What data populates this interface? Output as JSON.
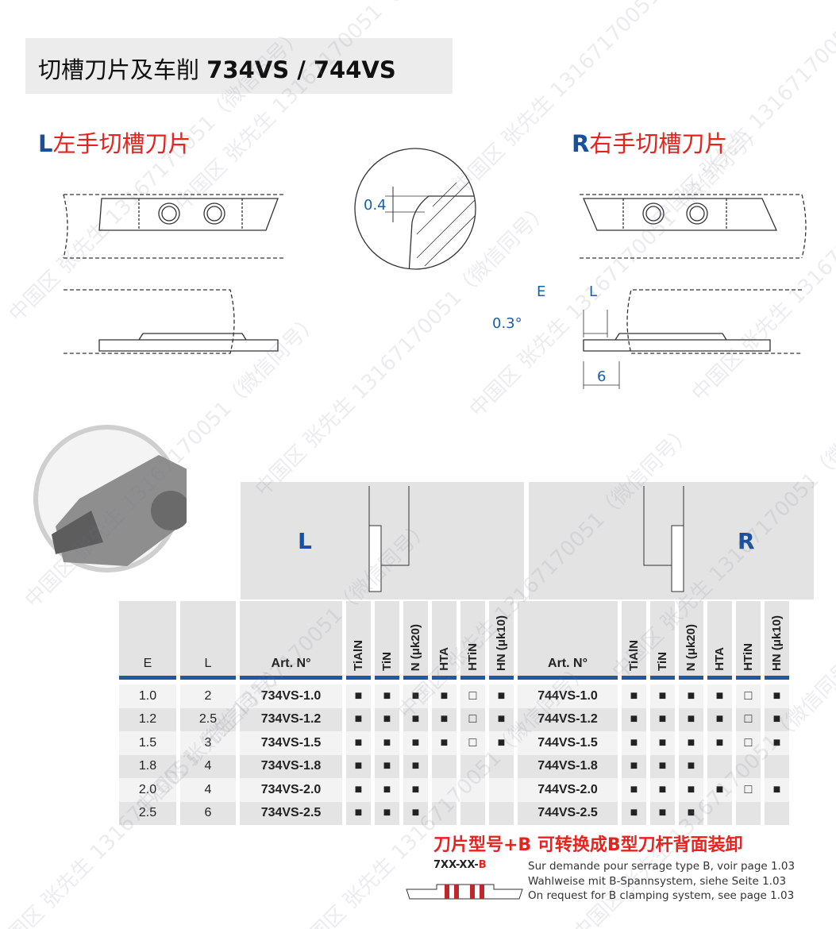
{
  "title": {
    "cn": "切槽刀片及车削",
    "models": "734VS / 744VS"
  },
  "left_heading": {
    "letter": "L",
    "text": "左手切槽刀片"
  },
  "right_heading": {
    "letter": "R",
    "text": "右手切槽刀片"
  },
  "dims": {
    "radius": "0.4",
    "angle": "0.3°",
    "e": "E",
    "l": "L",
    "width": "6"
  },
  "section_labels": {
    "left": "L",
    "right": "R"
  },
  "table": {
    "headers": {
      "e": "E",
      "l": "L",
      "art": "Art. N°",
      "grades": [
        "TiAlN",
        "TiN",
        "N (μk20)",
        "HTA",
        "HTiN",
        "HN (μk10)"
      ]
    },
    "rows": [
      {
        "e": "1.0",
        "l": "2",
        "left_art": "734VS-1.0",
        "left": [
          "■",
          "■",
          "■",
          "■",
          "□",
          "■"
        ],
        "right_art": "744VS-1.0",
        "right": [
          "■",
          "■",
          "■",
          "■",
          "□",
          "■"
        ]
      },
      {
        "e": "1.2",
        "l": "2.5",
        "left_art": "734VS-1.2",
        "left": [
          "■",
          "■",
          "■",
          "■",
          "□",
          "■"
        ],
        "right_art": "744VS-1.2",
        "right": [
          "■",
          "■",
          "■",
          "■",
          "□",
          "■"
        ]
      },
      {
        "e": "1.5",
        "l": "3",
        "left_art": "734VS-1.5",
        "left": [
          "■",
          "■",
          "■",
          "■",
          "□",
          "■"
        ],
        "right_art": "744VS-1.5",
        "right": [
          "■",
          "■",
          "■",
          "■",
          "□",
          "■"
        ]
      },
      {
        "e": "1.8",
        "l": "4",
        "left_art": "734VS-1.8",
        "left": [
          "■",
          "■",
          "■",
          "",
          "",
          ""
        ],
        "right_art": "744VS-1.8",
        "right": [
          "■",
          "■",
          "■",
          "",
          "",
          ""
        ]
      },
      {
        "e": "2.0",
        "l": "4",
        "left_art": "734VS-2.0",
        "left": [
          "■",
          "■",
          "■",
          "",
          "",
          ""
        ],
        "right_art": "744VS-2.0",
        "right": [
          "■",
          "■",
          "■",
          "■",
          "□",
          "■"
        ]
      },
      {
        "e": "2.5",
        "l": "6",
        "left_art": "734VS-2.5",
        "left": [
          "■",
          "■",
          "■",
          "",
          "",
          ""
        ],
        "right_art": "744VS-2.5",
        "right": [
          "■",
          "■",
          "■",
          "",
          "",
          ""
        ]
      }
    ]
  },
  "footer": {
    "cn_note": "刀片型号+B  可转换成B型刀杆背面装卸",
    "code_prefix": "7XX-XX-",
    "code_suffix": "B",
    "lines": [
      "Sur demande pour serrage type B, voir page 1.03",
      "Wahlweise mit B-Spannsystem, siehe Seite 1.03",
      "On request for B clamping system, see page 1.03"
    ]
  },
  "watermark": "中国区 张先生 13167170051（微信同号）"
}
